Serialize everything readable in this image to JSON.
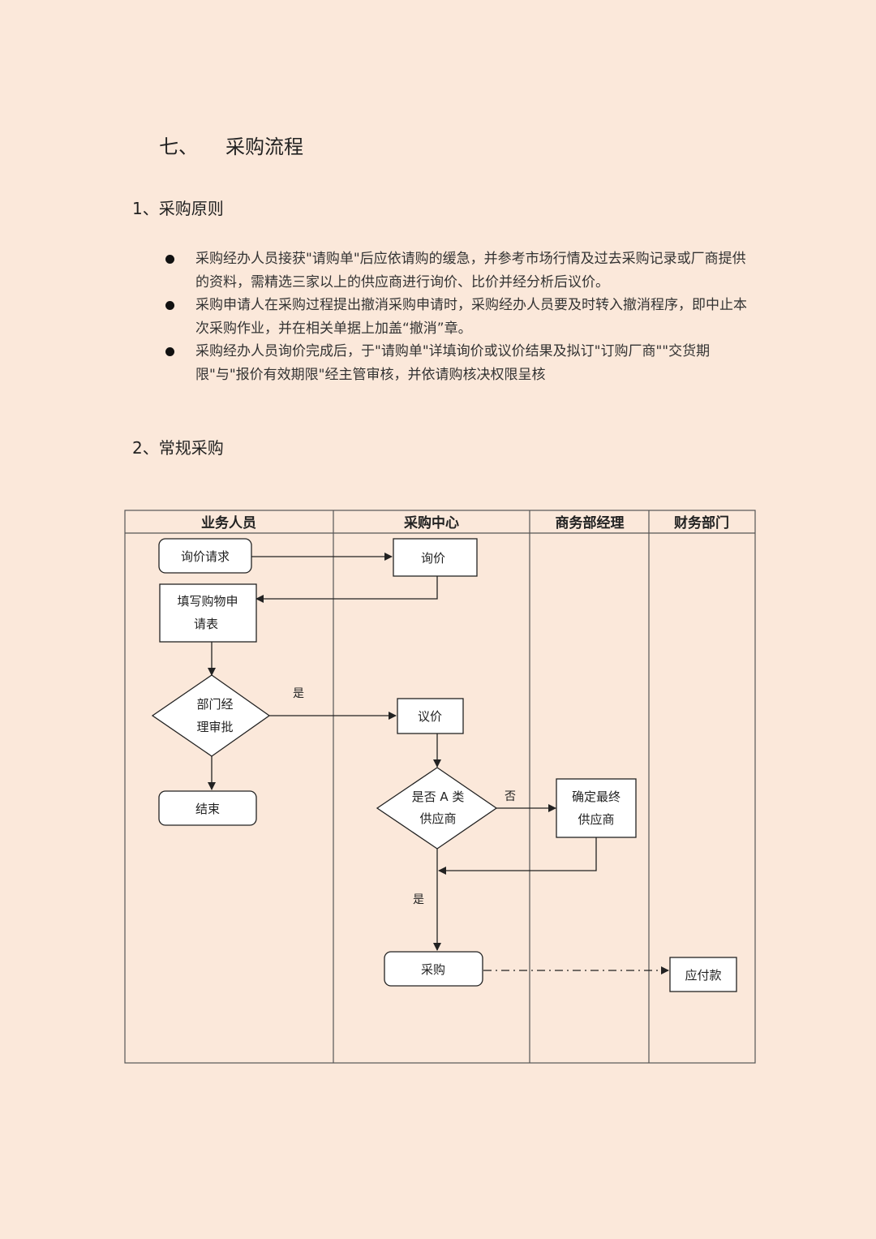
{
  "chapter": {
    "number": "七、",
    "title": "采购流程"
  },
  "section1": {
    "title": "1、采购原则",
    "bullets": [
      "采购经办人员接获\"请购单\"后应依请购的缓急，并参考市场行情及过去采购记录或厂商提供的资料，需精选三家以上的供应商进行询价、比价并经分析后议价。",
      "采购申请人在采购过程提出撤消采购申请时，采购经办人员要及时转入撤消程序，即中止本次采购作业，并在相关单据上加盖“撤消”章。",
      "采购经办人员询价完成后，于\"请购单\"详填询价或议价结果及拟订\"订购厂商\"\"交货期限\"与\"报价有效期限\"经主管审核，并依请购核决权限呈核"
    ]
  },
  "section2": {
    "title": "2、常规采购"
  },
  "flowchart": {
    "lanes": {
      "business": "业务人员",
      "purchasing": "采购中心",
      "commerce_manager": "商务部经理",
      "finance": "财务部门"
    },
    "nodes": {
      "inquiry_request": "询价请求",
      "inquiry": "询价",
      "fill_form_line1": "填写购物申",
      "fill_form_line2": "请表",
      "dept_approval_line1": "部门经",
      "dept_approval_line2": "理审批",
      "end": "结束",
      "negotiate": "议价",
      "is_a_class_line1": "是否 A 类",
      "is_a_class_line2": "供应商",
      "final_supplier_line1": "确定最终",
      "final_supplier_line2": "供应商",
      "purchase": "采购",
      "payable": "应付款"
    },
    "edge_labels": {
      "yes_approval": "是",
      "no_a_class": "否",
      "yes_a_class": "是"
    },
    "colors": {
      "line": "#222222",
      "box_fill": "#ffffff"
    }
  }
}
